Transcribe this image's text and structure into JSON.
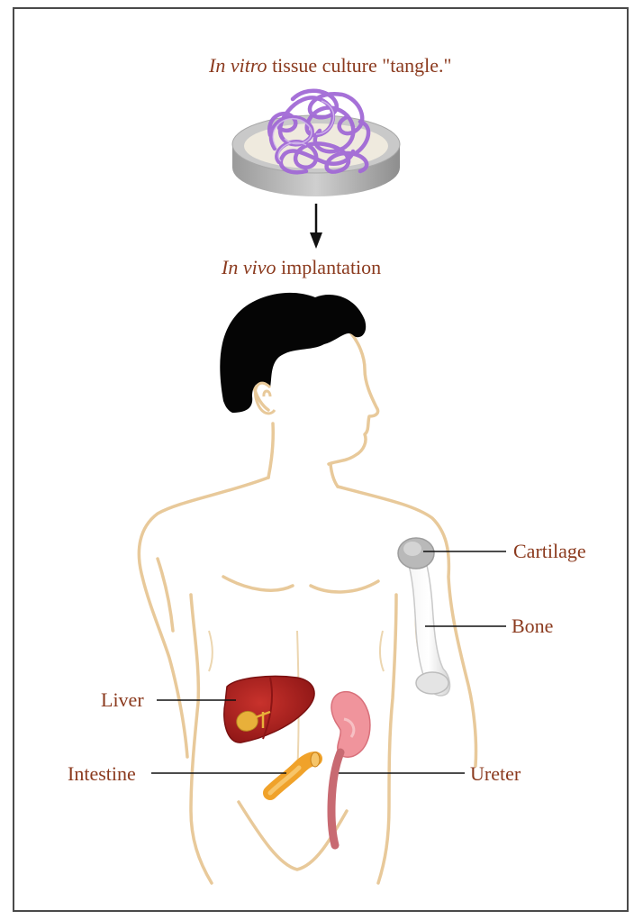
{
  "title": {
    "italic": "In vitro",
    "rest": " tissue culture \"tangle.\""
  },
  "step2": {
    "italic": "In vivo",
    "rest": " implantation"
  },
  "labels": {
    "cartilage": "Cartilage",
    "bone": "Bone",
    "liver": "Liver",
    "intestine": "Intestine",
    "ureter": "Ureter"
  },
  "colors": {
    "label_text": "#8b3a1e",
    "tangle": "#a26ad6",
    "skin_outline": "#e8c99a",
    "hair": "#050505",
    "liver": "#a81f1f",
    "intestine": "#f0a22a",
    "kidney": "#f0949c",
    "ureter": "#c86a72",
    "bone": "#e8e8e8",
    "cartilage": "#b9b9b9"
  }
}
